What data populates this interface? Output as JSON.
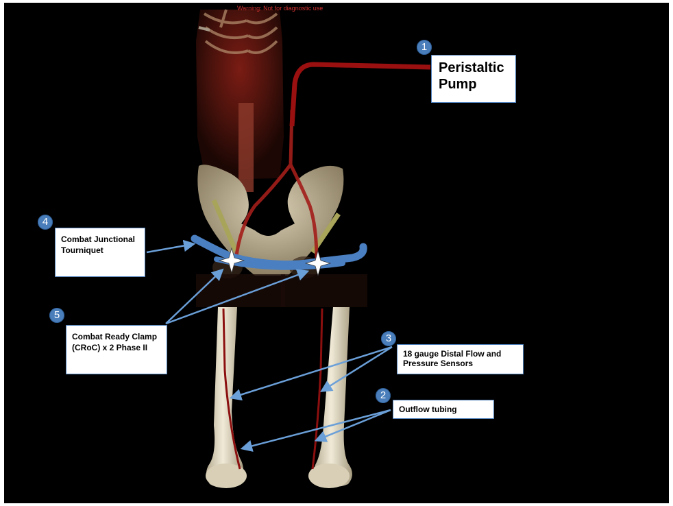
{
  "warning_text": "Warning: Not for diagnostic use",
  "callouts": [
    {
      "number": "1",
      "label": "Peristaltic Pump"
    },
    {
      "number": "2",
      "label": "Outflow tubing"
    },
    {
      "number": "3",
      "label": "18 gauge Distal Flow and Pressure Sensors"
    },
    {
      "number": "4",
      "label": "Combat Junctional Tourniquet"
    },
    {
      "number": "5",
      "label": "Combat Ready Clamp (CRoC) x 2 Phase II"
    }
  ],
  "colors": {
    "background": "#000000",
    "callout_border": "#4f81bd",
    "badge": "#4a7ebb",
    "arrow": "#6a9fd8",
    "tubing": "#8b0f0f",
    "tourniquet": "#4a7fc1"
  }
}
